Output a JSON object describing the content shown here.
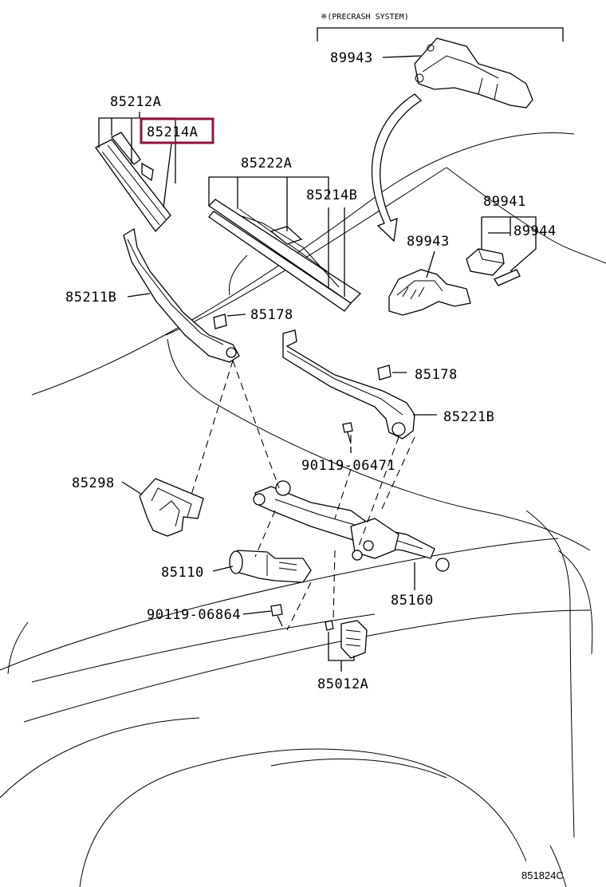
{
  "parts": {
    "wiper_blade_front": "85212A",
    "blade_rubber_front": "85214A",
    "wiper_blade_rear": "85222A",
    "blade_rubber_rear": "85214B",
    "wiper_arm_left": "85211B",
    "cap_left": "85178",
    "cap_right": "85178",
    "wiper_arm_right": "85221B",
    "screw_upper": "90119-06471",
    "cover": "85298",
    "motor": "85110",
    "screw_lower": "90119-06864",
    "link_assy": "85160",
    "bracket_assy": "85012A",
    "sensor_upper": "89943",
    "sensor_lower": "89943",
    "sensor_cover": "89941",
    "sensor_module": "89944"
  },
  "note": "※(PRECRASH SYSTEM)",
  "diagram_code": "851824C",
  "highlight": {
    "part": "85214A",
    "color": "#8b1538"
  }
}
